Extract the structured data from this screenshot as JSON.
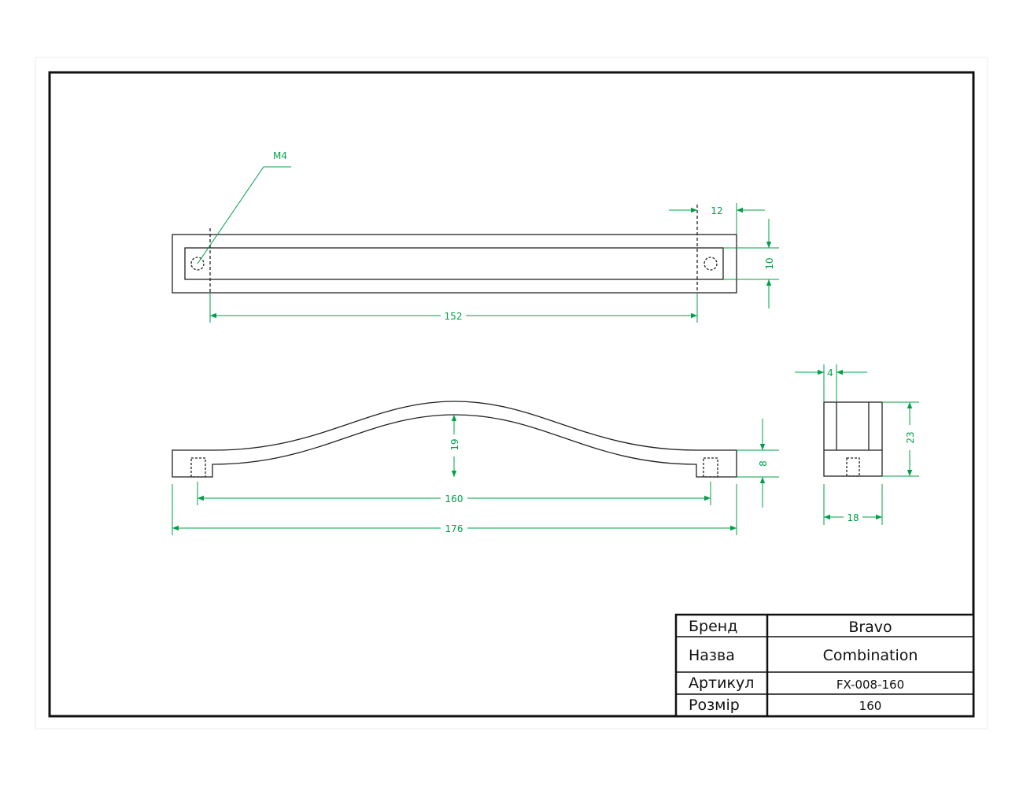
{
  "callout": {
    "thread": "M4"
  },
  "dimensions": {
    "top_view_end_offset": "12",
    "top_view_slot_width": "10",
    "top_view_hole_spacing": "152",
    "side_view_arch_height": "19",
    "side_view_foot_height": "8",
    "side_view_hole_spacing": "160",
    "side_view_overall_length": "176",
    "end_view_wall": "4",
    "end_view_height": "23",
    "end_view_width": "18"
  },
  "title_block": {
    "brand_label": "Бренд",
    "brand_value": "Bravo",
    "name_label": "Назва",
    "name_value": "Combination",
    "article_label": "Артикул",
    "article_value": "FX-008-160",
    "size_label": "Розмір",
    "size_value": "160"
  },
  "colors": {
    "dimension": "#00a04a",
    "outline": "#222222"
  }
}
